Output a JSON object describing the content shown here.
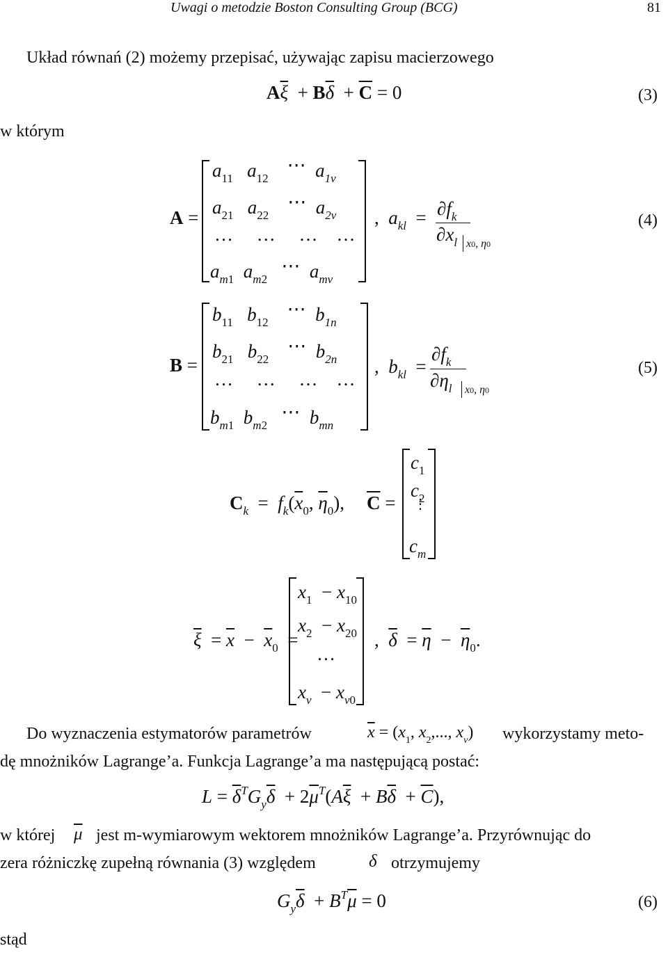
{
  "header": {
    "title": "Uwagi o metodzie Boston Consulting Group (BCG)",
    "page_number": "81"
  },
  "text": {
    "intro": "Układ równań (2) możemy przepisać, używając zapisu macierzowego",
    "w_ktorym": "w którym",
    "do_line": "Do wyznaczenia estymatorów parametrów",
    "do_line_tail": "wykorzystamy meto-",
    "dę_line": "dę mnożników Lagrange’a. Funkcja Lagrange’a ma następującą postać:",
    "w_ktorej_a": "w której",
    "w_ktorej_b": "jest m-wymiarowym wektorem mnożników Lagrange’a. Przyrównując do",
    "zera_line_a": "zera różniczkę zupełną równania (3) względem",
    "zera_line_b": "otrzymujemy",
    "stad": "stąd"
  },
  "equation_numbers": {
    "eq3": "(3)",
    "eq4": "(4)",
    "eq5": "(5)",
    "eq6": "(6)"
  }
}
